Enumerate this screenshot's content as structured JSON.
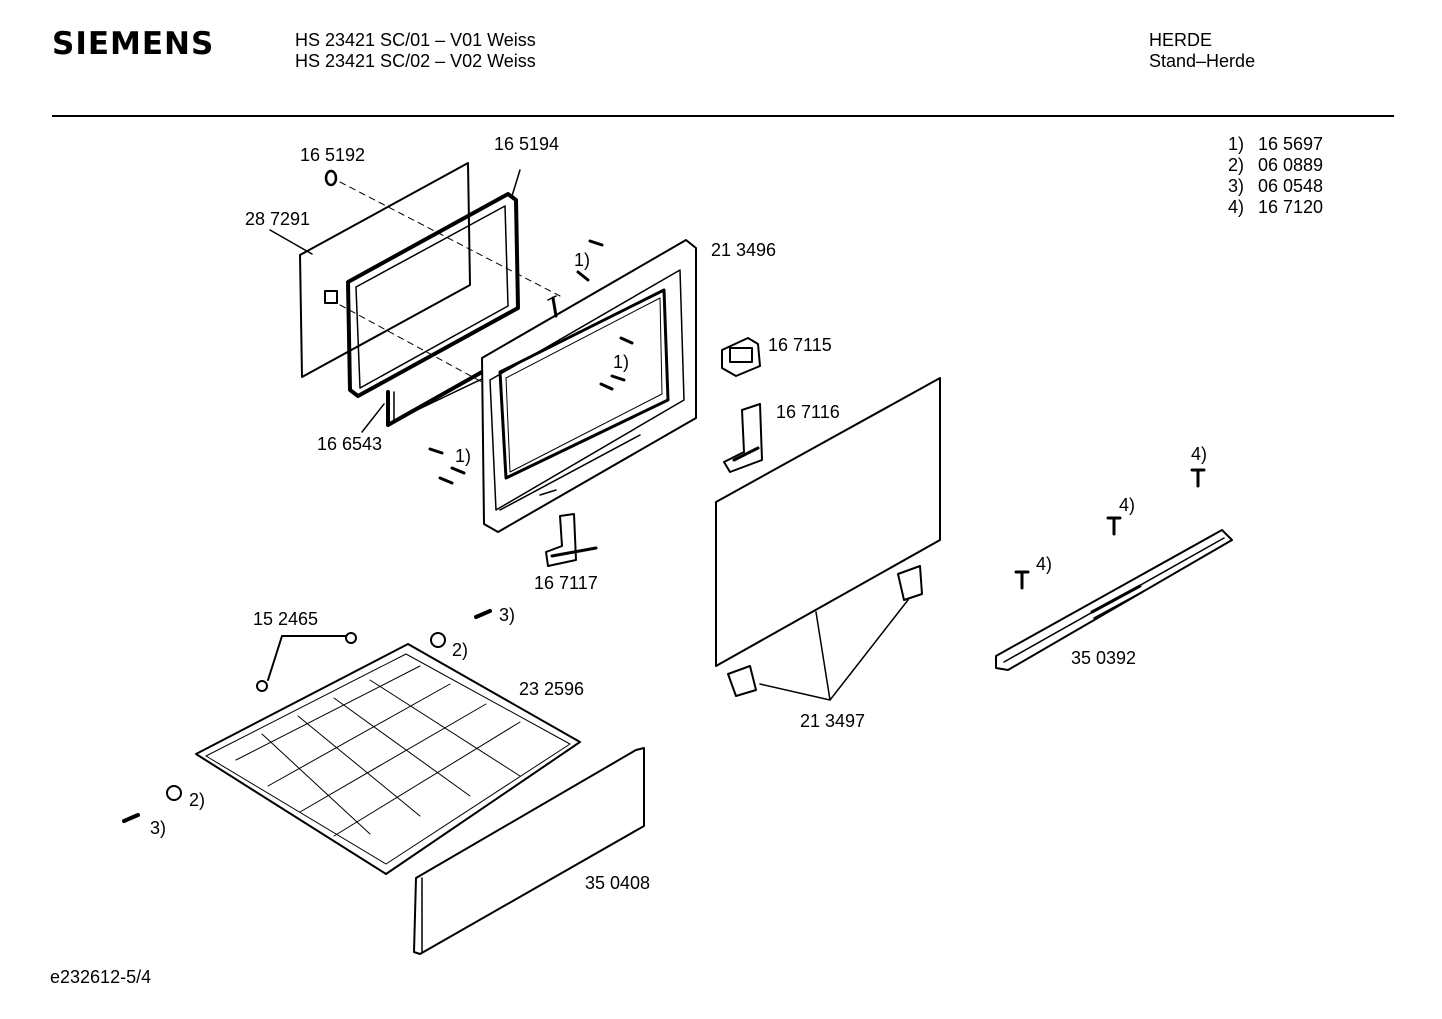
{
  "header": {
    "brand": "SIEMENS",
    "model_line_1": "HS 23421 SC/01 – V01 Weiss",
    "model_line_2": "HS 23421 SC/02 – V02 Weiss",
    "category": "HERDE",
    "subcategory": "Stand–Herde"
  },
  "legend": [
    {
      "key": "1)",
      "value": "16 5697"
    },
    {
      "key": "2)",
      "value": "06 0889"
    },
    {
      "key": "3)",
      "value": "06 0548"
    },
    {
      "key": "4)",
      "value": "16 7120"
    }
  ],
  "parts": {
    "p165192": "16 5192",
    "p165194": "16 5194",
    "p287291": "28 7291",
    "p213496": "21 3496",
    "p167115": "16 7115",
    "p167116": "16 7116",
    "p166543": "16 6543",
    "p167117": "16 7117",
    "p152465": "15 2465",
    "p232596": "23 2596",
    "p213497": "21 3497",
    "p350392": "35 0392",
    "p350408": "35 0408"
  },
  "callouts": {
    "c1a": "1)",
    "c1b": "1)",
    "c1c": "1)",
    "c2a": "2)",
    "c2b": "2)",
    "c3a": "3)",
    "c3b": "3)",
    "c4a": "4)",
    "c4b": "4)",
    "c4c": "4)"
  },
  "footer": {
    "drawing_id": "e232612-5/4"
  }
}
